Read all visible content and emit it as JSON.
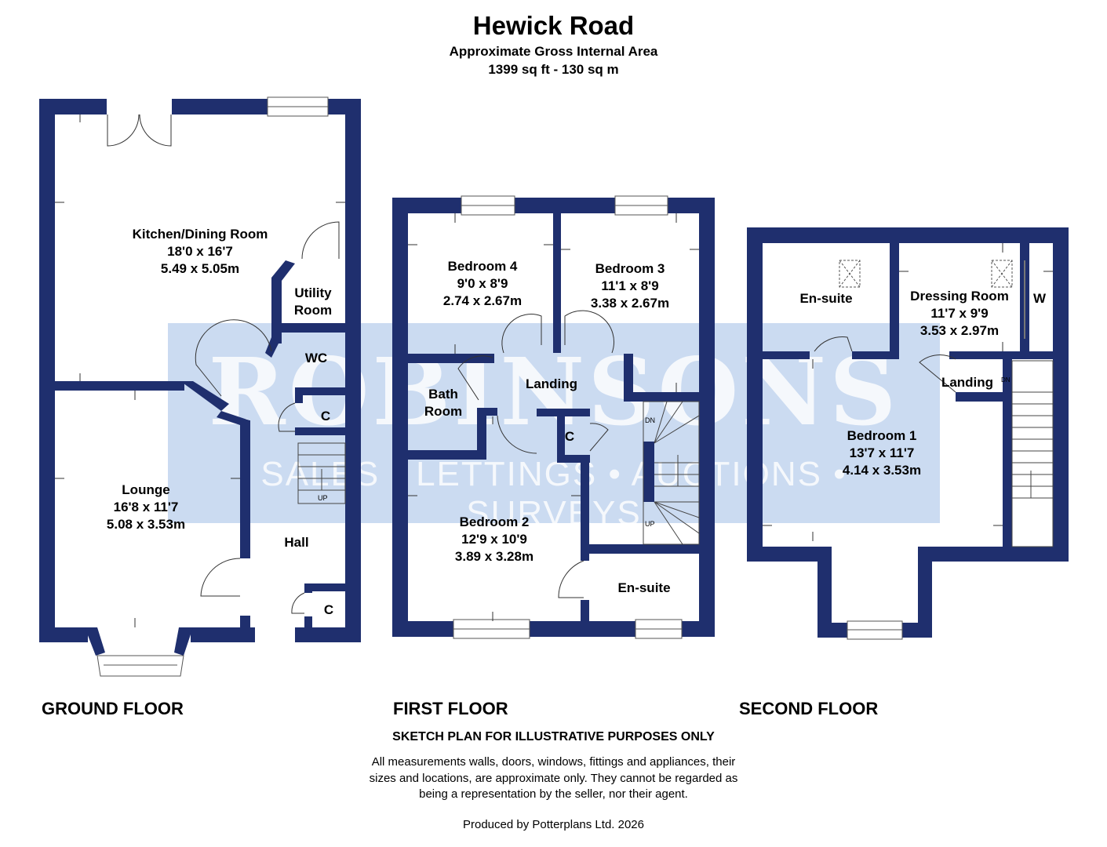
{
  "header": {
    "title": "Hewick Road",
    "subtitle": "Approximate Gross Internal Area",
    "area": "1399 sq ft - 130 sq m"
  },
  "watermark": {
    "brand": "ROBINSONS",
    "tagline": "SALES • LETTINGS • AUCTIONS • SURVEYS"
  },
  "floors": {
    "ground": {
      "label": "GROUND FLOOR",
      "rooms": {
        "kitchen": {
          "name": "Kitchen/Dining Room",
          "imperial": "18'0 x 16'7",
          "metric": "5.49 x 5.05m"
        },
        "utility": {
          "line1": "Utility",
          "line2": "Room"
        },
        "wc": {
          "name": "WC"
        },
        "cupboard1": {
          "name": "C"
        },
        "cupboard2": {
          "name": "C"
        },
        "lounge": {
          "name": "Lounge",
          "imperial": "16'8 x 11'7",
          "metric": "5.08 x 3.53m"
        },
        "hall": {
          "name": "Hall"
        },
        "stairs": {
          "label": "UP"
        }
      }
    },
    "first": {
      "label": "FIRST FLOOR",
      "rooms": {
        "bedroom4": {
          "name": "Bedroom 4",
          "imperial": "9'0 x 8'9",
          "metric": "2.74 x 2.67m"
        },
        "bedroom3": {
          "name": "Bedroom 3",
          "imperial": "11'1 x 8'9",
          "metric": "3.38 x 2.67m"
        },
        "bathroom": {
          "line1": "Bath",
          "line2": "Room"
        },
        "landing": {
          "name": "Landing"
        },
        "cupboard": {
          "name": "C"
        },
        "bedroom2": {
          "name": "Bedroom 2",
          "imperial": "12'9 x 10'9",
          "metric": "3.89 x 3.28m"
        },
        "ensuite": {
          "name": "En-suite"
        },
        "stairs_down": {
          "label": "DN"
        },
        "stairs_up": {
          "label": "UP"
        }
      }
    },
    "second": {
      "label": "SECOND FLOOR",
      "rooms": {
        "ensuite": {
          "name": "En-suite"
        },
        "dressing": {
          "name": "Dressing Room",
          "imperial": "11'7 x 9'9",
          "metric": "3.53 x 2.97m"
        },
        "wardrobe": {
          "name": "W"
        },
        "landing": {
          "name": "Landing"
        },
        "bedroom1": {
          "name": "Bedroom 1",
          "imperial": "13'7 x 11'7",
          "metric": "4.14 x 3.53m"
        },
        "stairs_down": {
          "label": "DN"
        }
      }
    }
  },
  "footer": {
    "sketch_note": "SKETCH PLAN FOR ILLUSTRATIVE PURPOSES ONLY",
    "disclaimer_line1": "All measurements walls, doors, windows, fittings and appliances, their",
    "disclaimer_line2": "sizes and locations, are approximate only. They cannot be regarded as",
    "disclaimer_line3": "being a representation by the seller, nor their agent.",
    "producer": "Produced by Potterplans Ltd. 2026"
  },
  "colors": {
    "wall": "#1f2f6e",
    "watermark_bg": "#a0bee6"
  }
}
